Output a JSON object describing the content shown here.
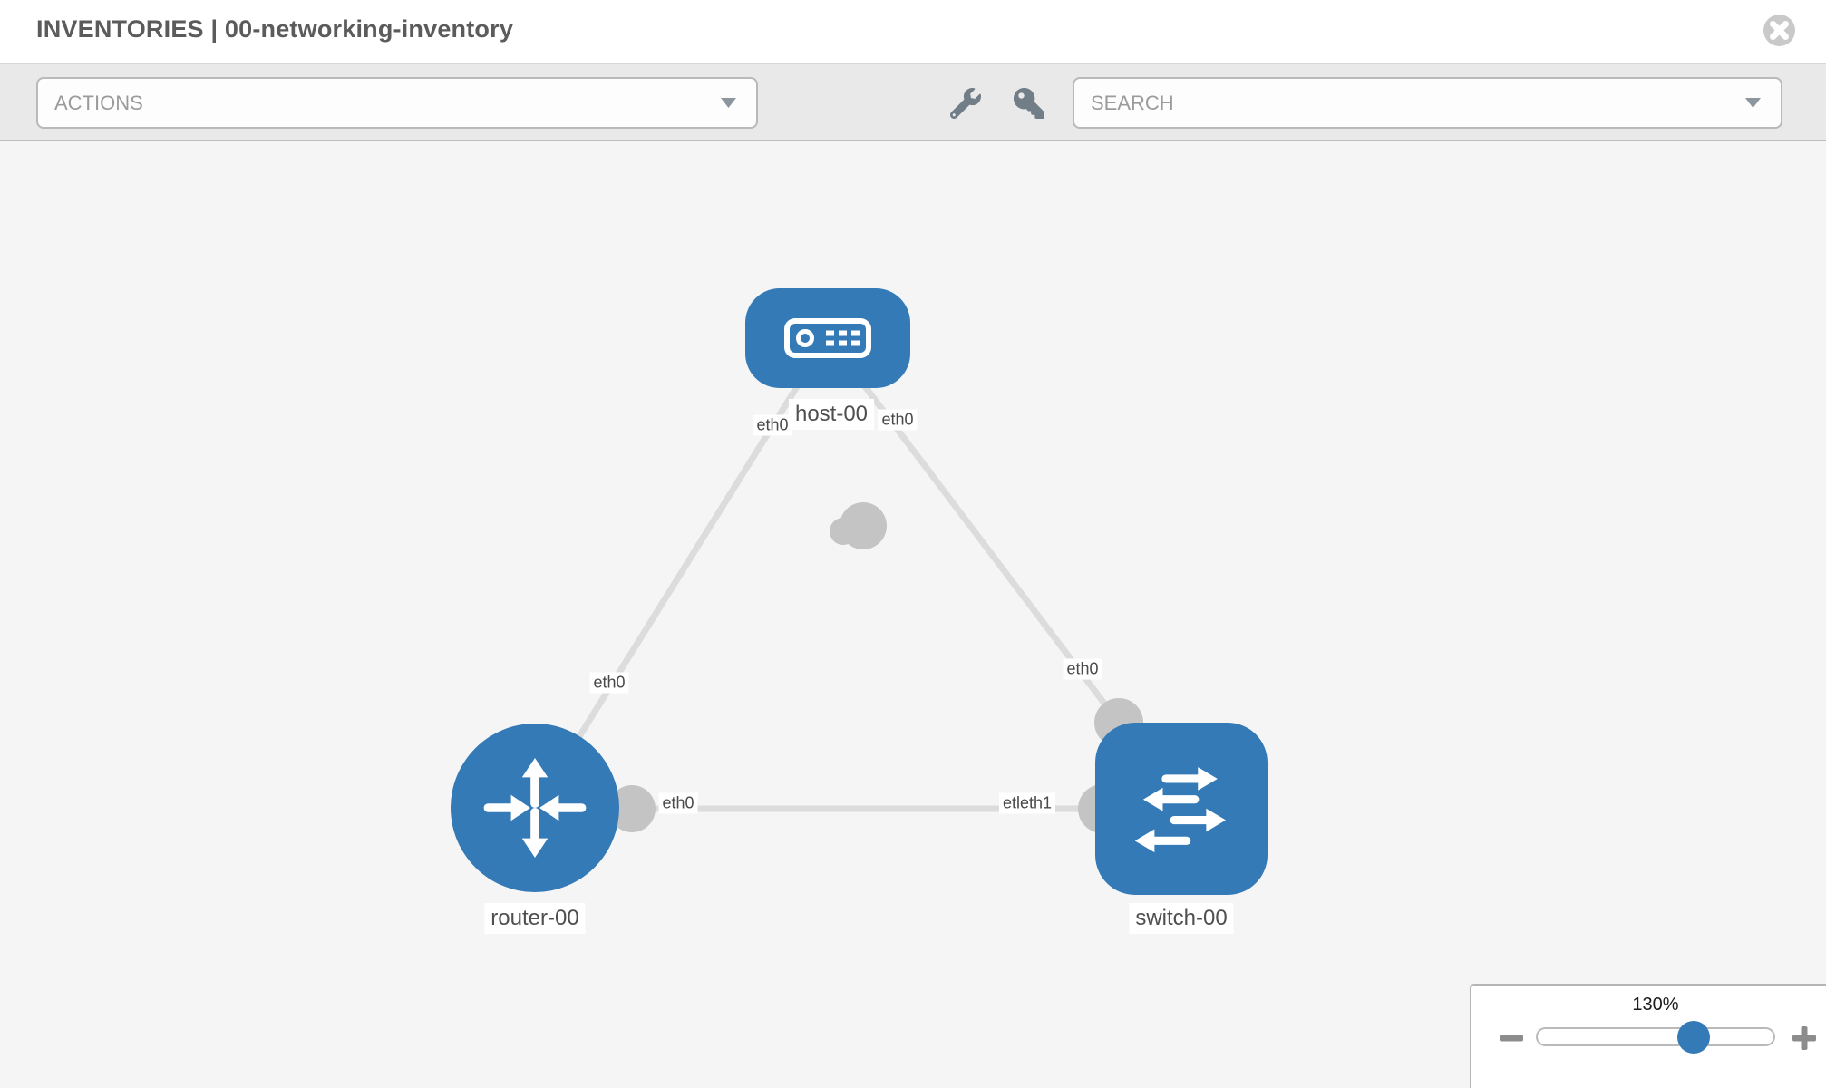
{
  "header": {
    "title": "INVENTORIES | 00-networking-inventory"
  },
  "toolbar": {
    "actions_label": "ACTIONS",
    "search_label": "SEARCH"
  },
  "topology": {
    "nodes": [
      {
        "id": "host-00",
        "label": "host-00",
        "type": "host",
        "icon": "server"
      },
      {
        "id": "router-00",
        "label": "router-00",
        "type": "router",
        "icon": "router-arrows"
      },
      {
        "id": "switch-00",
        "label": "switch-00",
        "type": "switch",
        "icon": "switch-exchange-arrows"
      }
    ],
    "links": [
      {
        "from": "host-00",
        "to": "router-00",
        "from_label": "eth0",
        "to_label": "eth0"
      },
      {
        "from": "host-00",
        "to": "switch-00",
        "from_label": "eth0",
        "to_label": "eth0"
      },
      {
        "from": "router-00",
        "to": "switch-00",
        "from_label": "eth0",
        "to_label": "etleth1"
      }
    ]
  },
  "zoom_control": {
    "level": "130%"
  },
  "icons": {
    "close": "circle-x",
    "actions_caret": "chevron-down",
    "search_caret": "chevron-down",
    "tool_1": "wrench",
    "tool_2": "key",
    "zoom_out": "minus",
    "zoom_in": "plus"
  },
  "colors": {
    "node_blue": "#337ab7",
    "link_gray": "#dcdcdc",
    "connector_gray": "#c4c4c4",
    "canvas_bg": "#f5f5f5",
    "toolbar_bg": "#e9e9e9"
  }
}
